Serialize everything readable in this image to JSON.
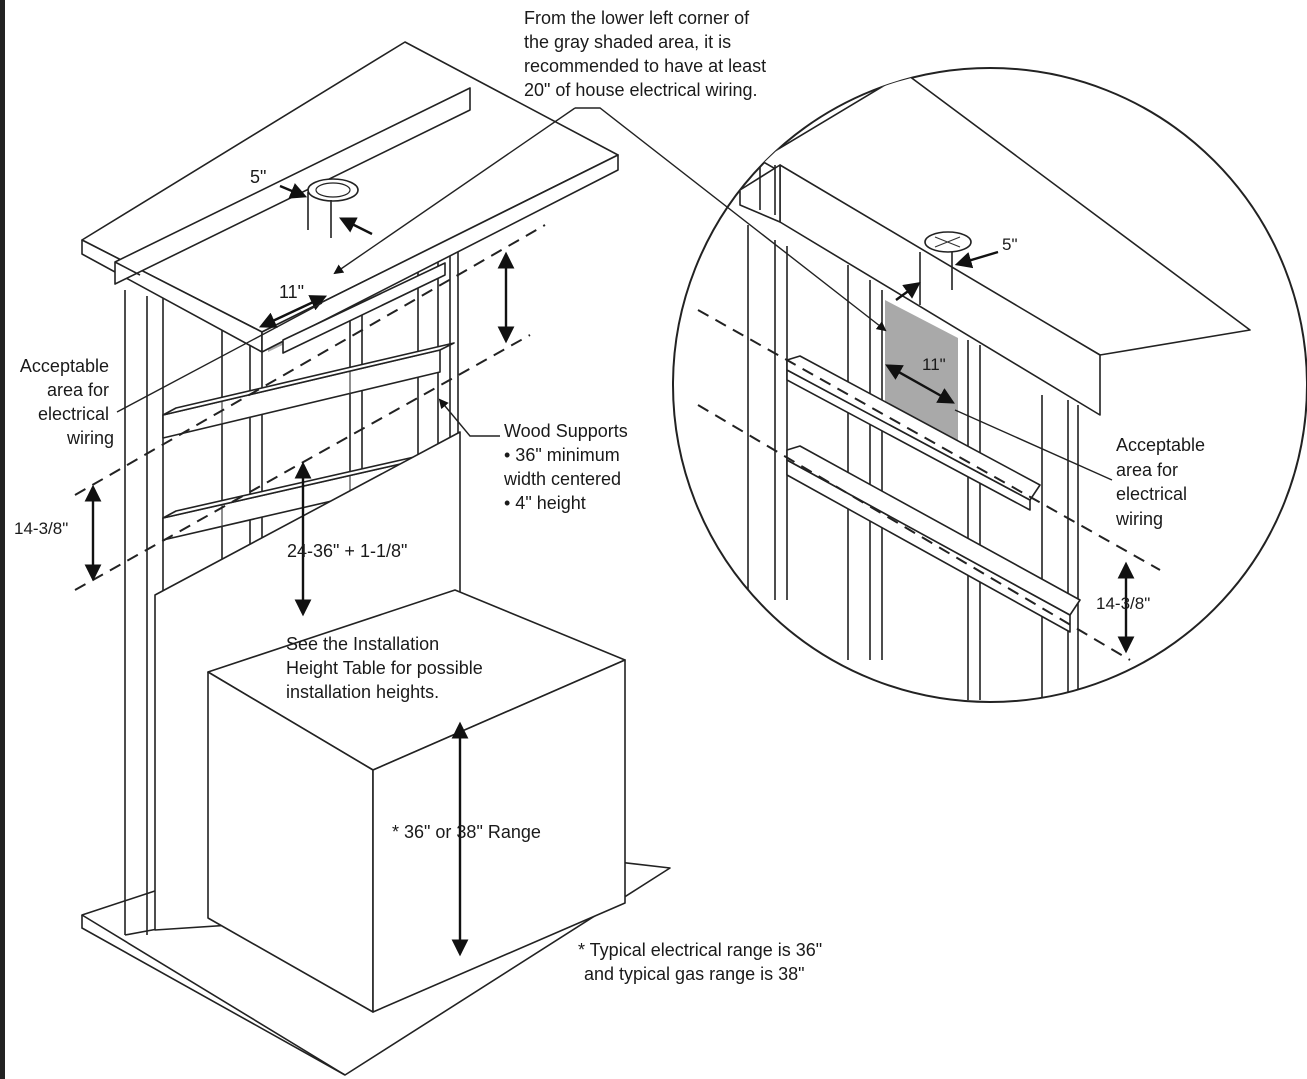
{
  "labels": {
    "top_note": [
      "From the lower left corner of",
      "the gray shaded area, it is",
      "recommended to have at least",
      "20\" of house electrical wiring."
    ],
    "dim_5_left": "5\"",
    "dim_11_left": "11\"",
    "dim_5_right": "5\"",
    "dim_11_right": "11\"",
    "acceptable_area_left": [
      "Acceptable",
      "area  for",
      "electrical",
      "wiring"
    ],
    "acceptable_area_right": [
      "Acceptable",
      "area  for",
      "electrical",
      "wiring"
    ],
    "wood_supports": [
      "Wood Supports",
      "•  36\" minimum",
      "    width centered",
      "• 4\" height"
    ],
    "dim_14_left": "14-3/8\"",
    "dim_14_right": "14-3/8\"",
    "dim_height": "24-36\" + 1-1/8\"",
    "install_note": [
      "See the Installation",
      "Height Table for possible",
      "installation heights."
    ],
    "range_label": "* 36\" or 38\" Range",
    "footnote": [
      "* Typical electrical range is 36\"",
      "and typical gas range is 38\""
    ]
  }
}
